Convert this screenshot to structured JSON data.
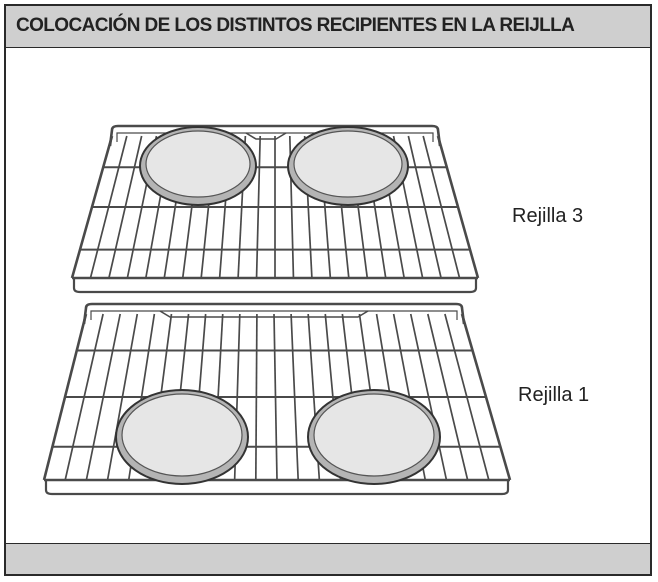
{
  "title": "COLOCACIÓN DE LOS DISTINTOS RECIPIENTES EN LA REIJLLA",
  "racks": [
    {
      "label": "Rejilla 3",
      "pans": 2
    },
    {
      "label": "Rejilla 1",
      "pans": 2
    }
  ],
  "colors": {
    "header_bg": "#cfcfcf",
    "wire": "#4a4a4a",
    "pan_fill": "#e6e6e6",
    "pan_rim": "#b4b4b4"
  }
}
